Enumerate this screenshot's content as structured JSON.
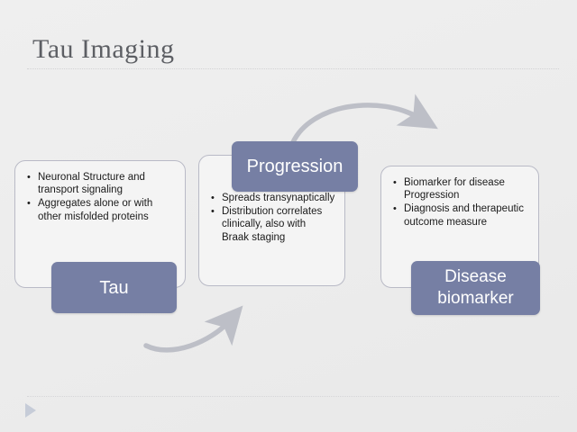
{
  "slide": {
    "title": "Tau Imaging",
    "background_color": "#ededed",
    "accent_color": "#767fa4",
    "text_color": "#1b1b1b",
    "title_color": "#5d5f64"
  },
  "stages": [
    {
      "chip_label": "Tau",
      "bullets": [
        "Neuronal Structure and transport signaling",
        "Aggregates alone or with other misfolded proteins"
      ]
    },
    {
      "chip_label": "Progression",
      "bullets": [
        "Spreads transynaptically",
        "Distribution correlates clinically, also with Braak staging"
      ]
    },
    {
      "chip_label_line1": "Disease",
      "chip_label_line2": "biomarker",
      "bullets": [
        "Biomarker for disease Progression",
        "Diagnosis and therapeutic outcome measure"
      ]
    }
  ],
  "arrows": [
    {
      "name": "progression-to-biomarker",
      "direction": "clockwise-top"
    },
    {
      "name": "tau-to-progression",
      "direction": "clockwise-bottom"
    }
  ],
  "footer": {
    "play_label": ""
  }
}
